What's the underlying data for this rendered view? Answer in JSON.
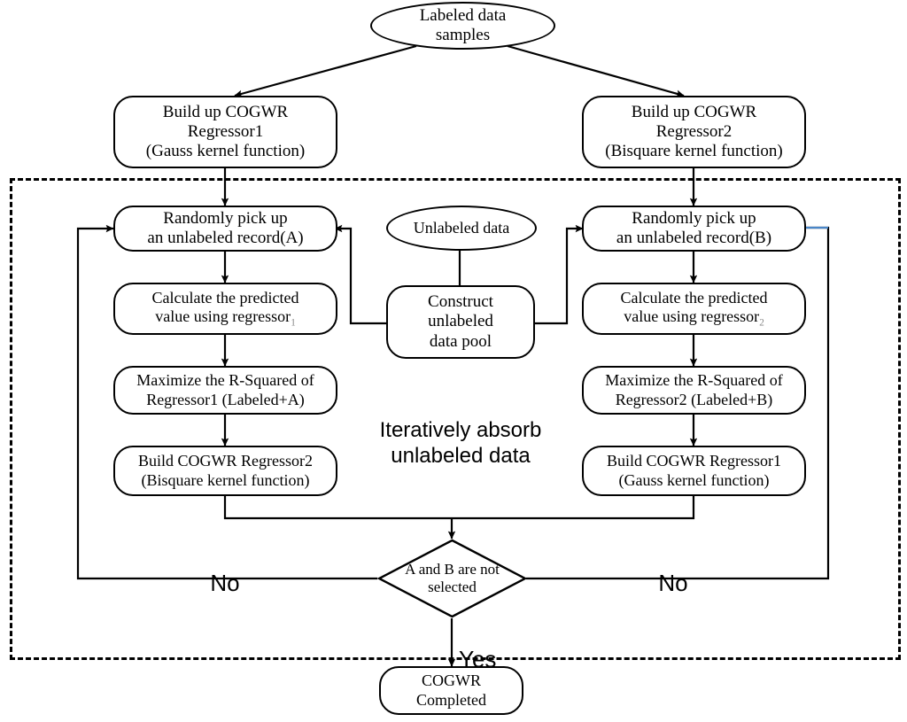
{
  "diagram": {
    "title_present": false,
    "type": "flowchart",
    "colors": {
      "stroke": "#000000",
      "fill": "#ffffff",
      "accent": "#4a86c8"
    }
  },
  "nodes": {
    "labeled_data": {
      "text": "Labeled data\nsamples",
      "shape": "ellipse"
    },
    "build_left": {
      "text": "Build up COGWR\nRegressor1\n(Gauss kernel function)",
      "shape": "rounded-rect"
    },
    "build_right": {
      "text": "Build up COGWR\nRegressor2\n(Bisquare kernel function)",
      "shape": "rounded-rect"
    },
    "pick_left": {
      "text": "Randomly pick up\nan unlabeled record(A)",
      "shape": "rounded-rect"
    },
    "pick_right": {
      "text": "Randomly pick up\nan unlabeled record(B)",
      "shape": "rounded-rect"
    },
    "calc_left": {
      "text": "Calculate the predicted\nvalue using regressor",
      "sub": "1",
      "shape": "rounded-rect"
    },
    "calc_right": {
      "text": "Calculate the predicted\nvalue using regressor",
      "sub": "2",
      "shape": "rounded-rect"
    },
    "maximize_left": {
      "text": "Maximize the R-Squared  of\nRegressor1 (Labeled+A)",
      "shape": "rounded-rect"
    },
    "maximize_right": {
      "text": "Maximize the R-Squared of\nRegressor2 (Labeled+B)",
      "shape": "rounded-rect"
    },
    "buildloop_left": {
      "text": "Build COGWR Regressor2\n(Bisquare kernel function)",
      "shape": "rounded-rect"
    },
    "buildloop_right": {
      "text": "Build COGWR Regressor1\n(Gauss kernel function)",
      "shape": "rounded-rect"
    },
    "unlabeled_data": {
      "text": "Unlabeled  data",
      "shape": "ellipse"
    },
    "data_pool": {
      "text": "Construct\nunlabeled\ndata pool",
      "shape": "rounded-rect"
    },
    "decision": {
      "text": "A and B are not\nselected",
      "shape": "diamond"
    },
    "completed": {
      "text": "COGWR\nCompleted",
      "shape": "rounded-rect"
    }
  },
  "labels": {
    "iterate": "Iteratively absorb\nunlabeled data",
    "no_left": "No",
    "no_right": "No",
    "yes": "Yes"
  }
}
